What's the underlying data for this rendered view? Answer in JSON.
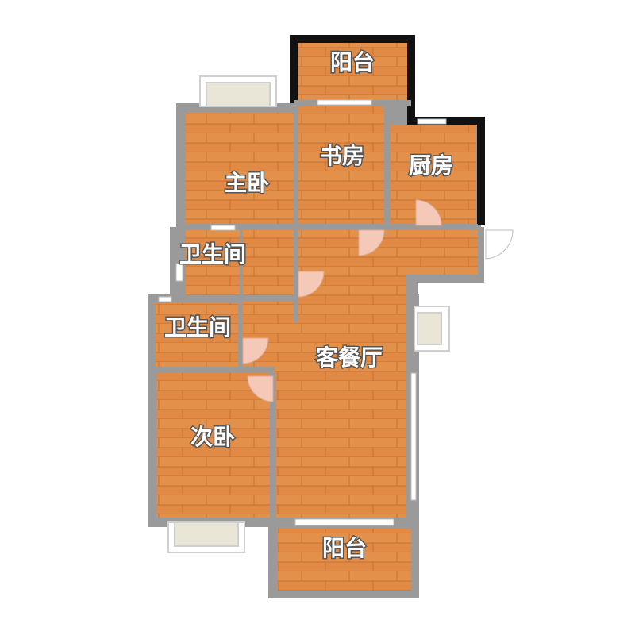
{
  "floorplan": {
    "rooms": {
      "balcony_north": "阳台",
      "master_bedroom": "主卧",
      "study": "书房",
      "kitchen": "厨房",
      "bathroom_1": "卫生间",
      "bathroom_2": "卫生间",
      "living_dining": "客餐厅",
      "second_bedroom": "次卧",
      "balcony_south": "阳台"
    },
    "colors": {
      "floor": "#e08a45",
      "floor_plank_line": "#c86f30",
      "wall": "#9a9a9a",
      "wall_dark": "#111111",
      "window_frame": "#cfcfcf",
      "bay_window": "#e9e6d8",
      "door_swing": "#f4c9b8"
    }
  }
}
